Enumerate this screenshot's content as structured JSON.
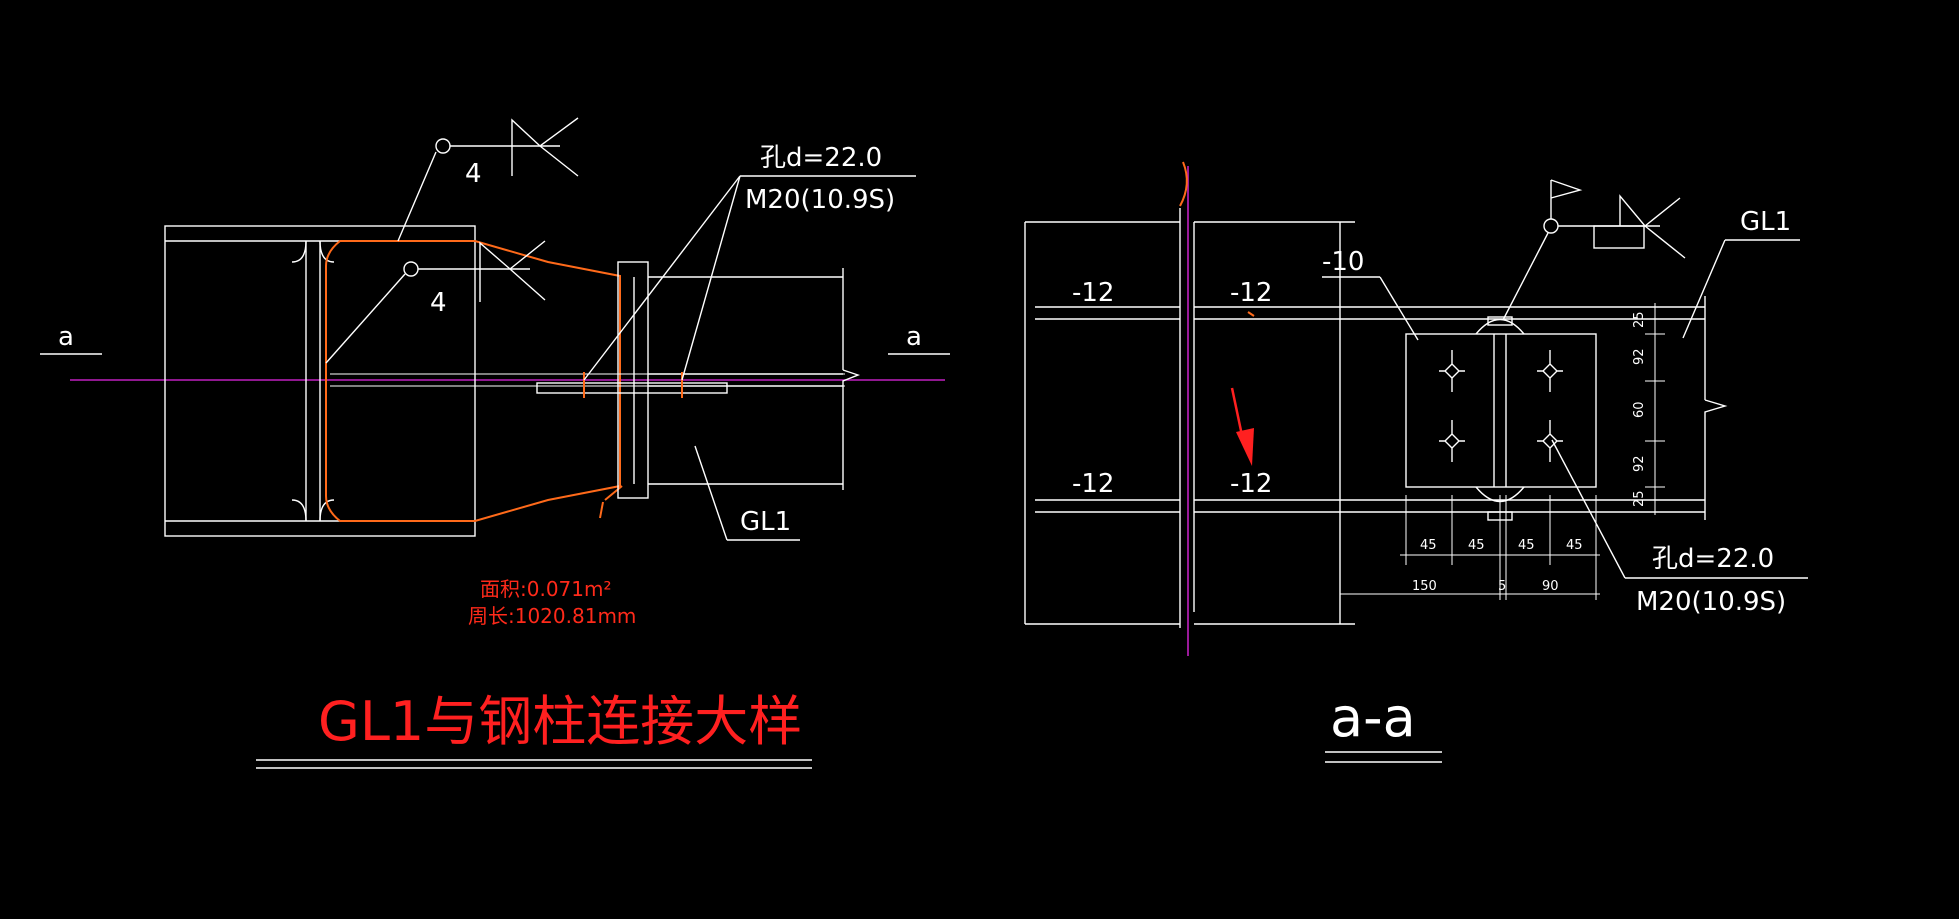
{
  "left_view": {
    "section_mark_left": "a",
    "section_mark_right": "a",
    "weld_size_1": "4",
    "weld_size_2": "4",
    "hole_label": "孔d=22.0",
    "bolt_label": "M20(10.9S)",
    "beam_label": "GL1",
    "area_label": "面积:0.071m²",
    "perimeter_label": "周长:1020.81mm",
    "title": "GL1与钢柱连接大样"
  },
  "right_view": {
    "plate_1": "-12",
    "plate_2": "-12",
    "plate_3": "-12",
    "plate_4": "-12",
    "plate_web": "-10",
    "beam_label": "GL1",
    "hole_label": "孔d=22.0",
    "bolt_label": "M20(10.9S)",
    "dims_vertical": [
      "25",
      "92",
      "60",
      "92",
      "25"
    ],
    "dims_horizontal_1": [
      "45",
      "45",
      "45",
      "45"
    ],
    "dims_horizontal_2": [
      "150",
      "5",
      "90"
    ],
    "section_title": "a-a"
  },
  "colors": {
    "background": "#000000",
    "line": "#ffffff",
    "highlight": "#ff6a1a",
    "centerline": "#c020c0",
    "title": "#ff2020"
  }
}
